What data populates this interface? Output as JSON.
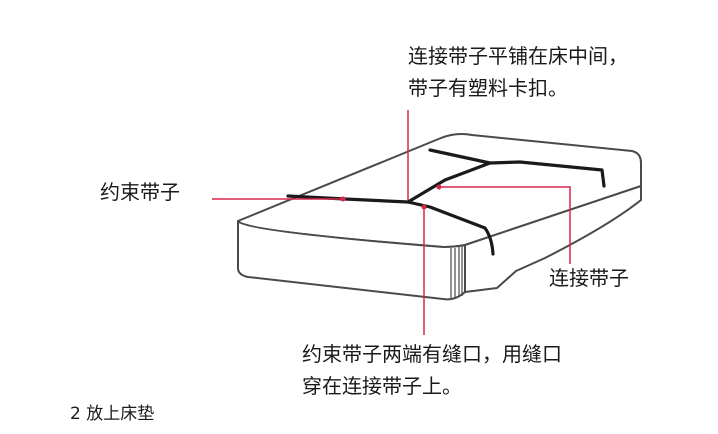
{
  "annotations": {
    "top": {
      "line1": "连接带子平铺在床中间，",
      "line2": "带子有塑料卡扣。"
    },
    "left": "约束带子",
    "right": "连接带子",
    "bottom": {
      "line1": "约束带子两端有缝口，用缝口",
      "line2": "穿在连接带子上。"
    }
  },
  "caption": "2 放上床垫",
  "colors": {
    "leader_line": "#d8274a",
    "outline": "#4a4a4a",
    "strap": "#1a1a1a",
    "text": "#1a1a1a"
  }
}
